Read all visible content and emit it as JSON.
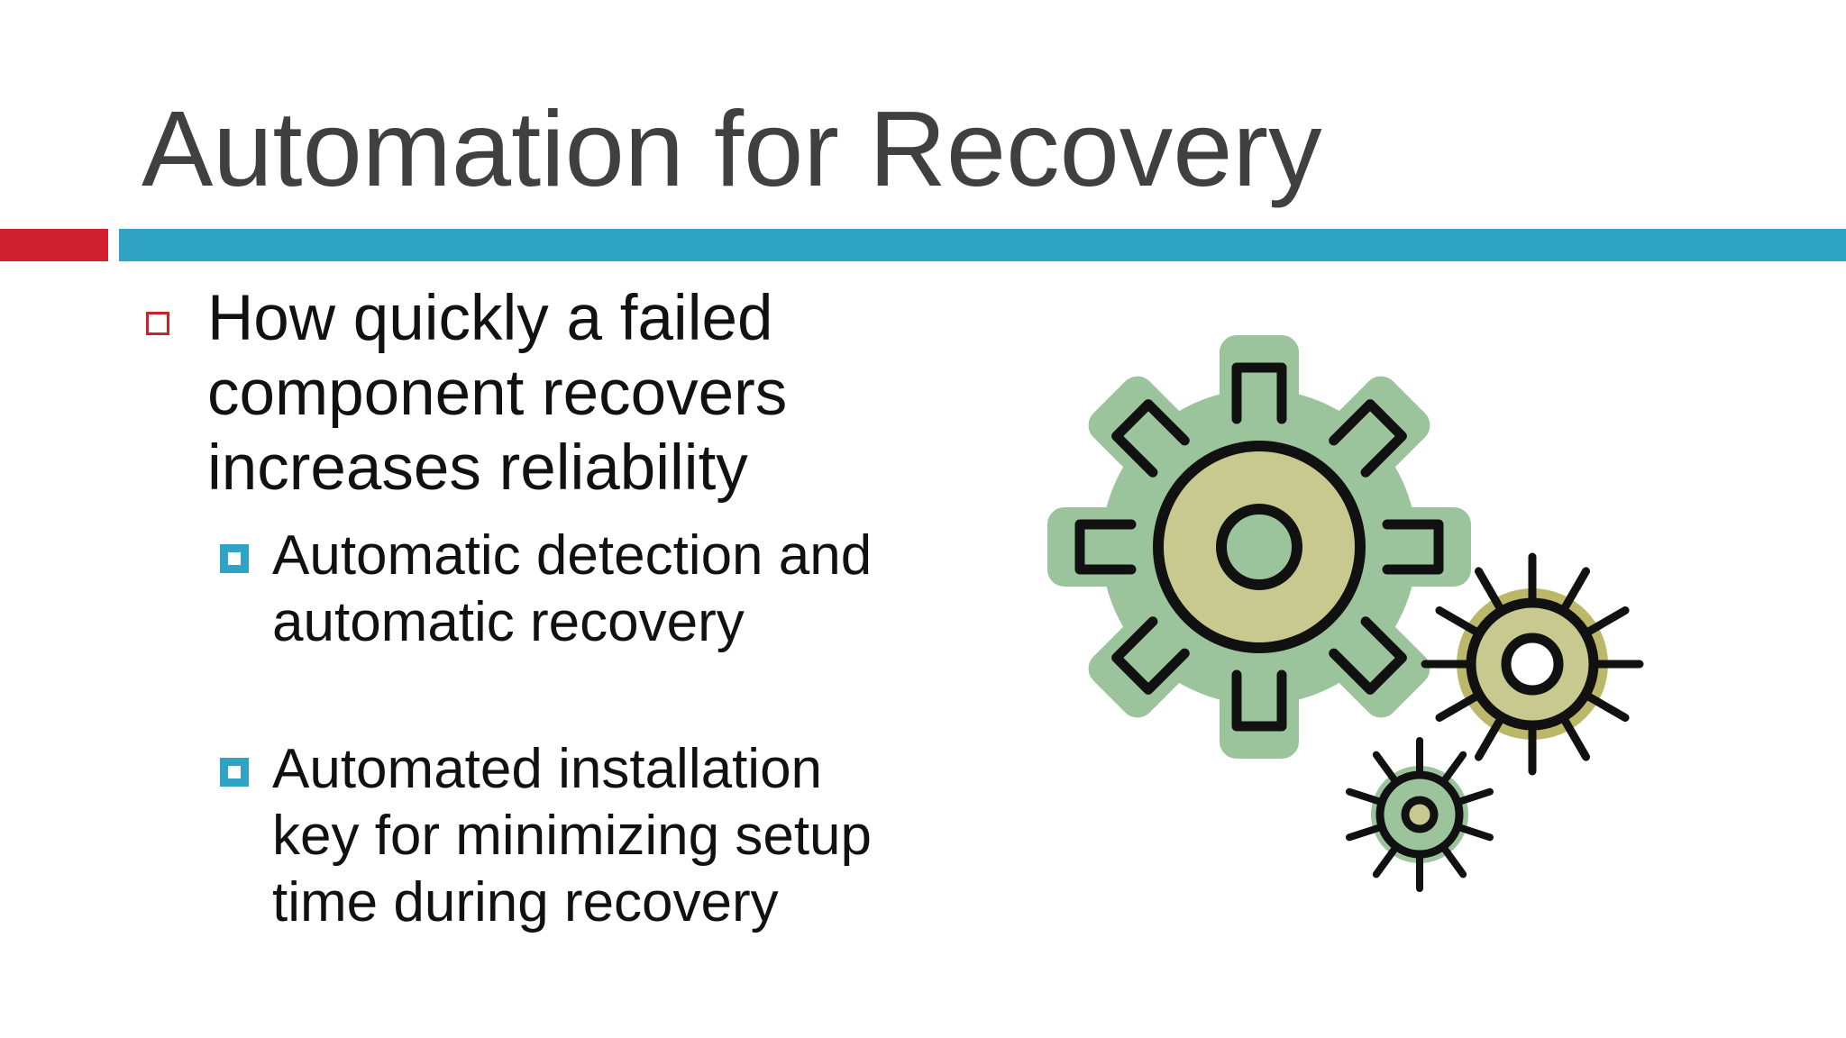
{
  "slide": {
    "title": "Automation for Recovery",
    "colors": {
      "title_text": "#404040",
      "accent_red": "#d0202e",
      "accent_blue": "#2ea3c3",
      "gear_green": "#9cc49c",
      "gear_khaki": "#c8c98f",
      "gear_olive": "#bcb86a",
      "outline": "#111111"
    },
    "bullets": [
      {
        "text": "How quickly a failed component recovers increases reliability",
        "marker": "red-hollow-square",
        "sub_bullets": [
          {
            "text": "Automatic detection and automatic recovery",
            "marker": "blue-square"
          },
          {
            "text": "Automated installation key for minimizing setup time during recovery",
            "marker": "blue-square"
          }
        ]
      }
    ],
    "illustration": "gears-icon"
  }
}
